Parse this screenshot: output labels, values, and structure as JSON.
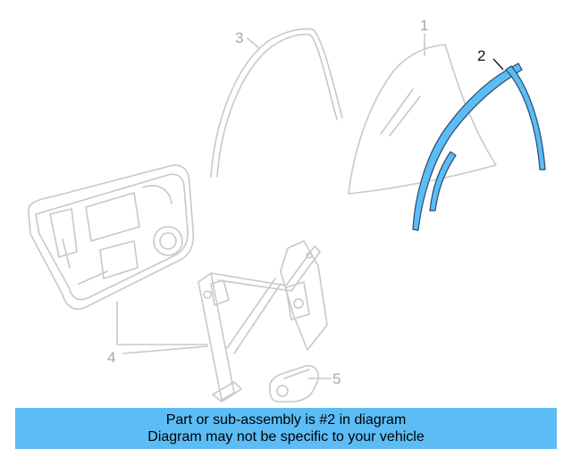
{
  "callouts": {
    "part1": "1",
    "part2": "2",
    "part3": "3",
    "part4": "4",
    "part5": "5"
  },
  "highlight_color": "#5bbcf6",
  "banner": {
    "line1": "Part or sub-assembly is #2 in diagram",
    "line2": "Diagram may not be specific to your vehicle"
  }
}
